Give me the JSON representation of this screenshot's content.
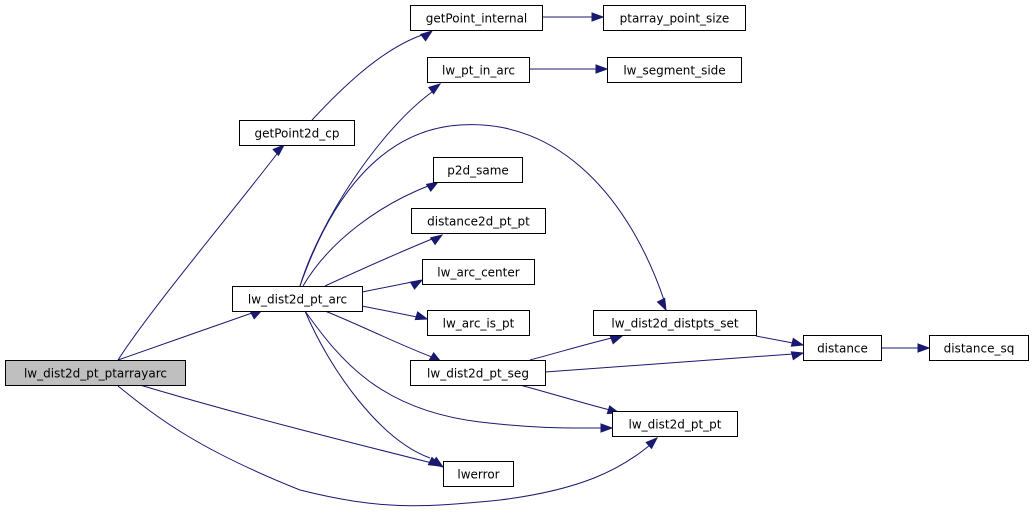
{
  "diagram": {
    "type": "call-graph",
    "colors": {
      "edge": "#191970",
      "root_fill": "#bfbfbf",
      "node_fill": "#ffffff",
      "node_border": "#000000"
    },
    "nodes": [
      {
        "id": "lw_dist2d_pt_ptarrayarc",
        "label": "lw_dist2d_pt_ptarrayarc",
        "root": true
      },
      {
        "id": "getPoint2d_cp",
        "label": "getPoint2d_cp"
      },
      {
        "id": "lw_dist2d_pt_arc",
        "label": "lw_dist2d_pt_arc"
      },
      {
        "id": "getPoint_internal",
        "label": "getPoint_internal"
      },
      {
        "id": "ptarray_point_size",
        "label": "ptarray_point_size"
      },
      {
        "id": "lw_pt_in_arc",
        "label": "lw_pt_in_arc"
      },
      {
        "id": "lw_segment_side",
        "label": "lw_segment_side"
      },
      {
        "id": "p2d_same",
        "label": "p2d_same"
      },
      {
        "id": "distance2d_pt_pt",
        "label": "distance2d_pt_pt"
      },
      {
        "id": "lw_arc_center",
        "label": "lw_arc_center"
      },
      {
        "id": "lw_arc_is_pt",
        "label": "lw_arc_is_pt"
      },
      {
        "id": "lw_dist2d_pt_seg",
        "label": "lw_dist2d_pt_seg"
      },
      {
        "id": "lw_dist2d_distpts_set",
        "label": "lw_dist2d_distpts_set"
      },
      {
        "id": "lw_dist2d_pt_pt",
        "label": "lw_dist2d_pt_pt"
      },
      {
        "id": "lwerror",
        "label": "lwerror"
      },
      {
        "id": "distance",
        "label": "distance"
      },
      {
        "id": "distance_sq",
        "label": "distance_sq"
      }
    ],
    "edges": [
      {
        "from": "lw_dist2d_pt_ptarrayarc",
        "to": "getPoint2d_cp"
      },
      {
        "from": "lw_dist2d_pt_ptarrayarc",
        "to": "lw_dist2d_pt_arc"
      },
      {
        "from": "lw_dist2d_pt_ptarrayarc",
        "to": "lwerror"
      },
      {
        "from": "lw_dist2d_pt_ptarrayarc",
        "to": "lw_dist2d_pt_pt"
      },
      {
        "from": "getPoint2d_cp",
        "to": "getPoint_internal"
      },
      {
        "from": "getPoint_internal",
        "to": "ptarray_point_size"
      },
      {
        "from": "lw_dist2d_pt_arc",
        "to": "lw_pt_in_arc"
      },
      {
        "from": "lw_dist2d_pt_arc",
        "to": "lw_dist2d_distpts_set"
      },
      {
        "from": "lw_dist2d_pt_arc",
        "to": "p2d_same"
      },
      {
        "from": "lw_dist2d_pt_arc",
        "to": "distance2d_pt_pt"
      },
      {
        "from": "lw_dist2d_pt_arc",
        "to": "lw_arc_center"
      },
      {
        "from": "lw_dist2d_pt_arc",
        "to": "lw_arc_is_pt"
      },
      {
        "from": "lw_dist2d_pt_arc",
        "to": "lw_dist2d_pt_seg"
      },
      {
        "from": "lw_dist2d_pt_arc",
        "to": "lw_dist2d_pt_pt"
      },
      {
        "from": "lw_dist2d_pt_arc",
        "to": "lwerror"
      },
      {
        "from": "lw_pt_in_arc",
        "to": "lw_segment_side"
      },
      {
        "from": "lw_dist2d_pt_seg",
        "to": "lw_dist2d_distpts_set"
      },
      {
        "from": "lw_dist2d_pt_seg",
        "to": "distance"
      },
      {
        "from": "lw_dist2d_pt_seg",
        "to": "lw_dist2d_pt_pt"
      },
      {
        "from": "lw_dist2d_distpts_set",
        "to": "distance"
      },
      {
        "from": "distance",
        "to": "distance_sq"
      }
    ]
  }
}
